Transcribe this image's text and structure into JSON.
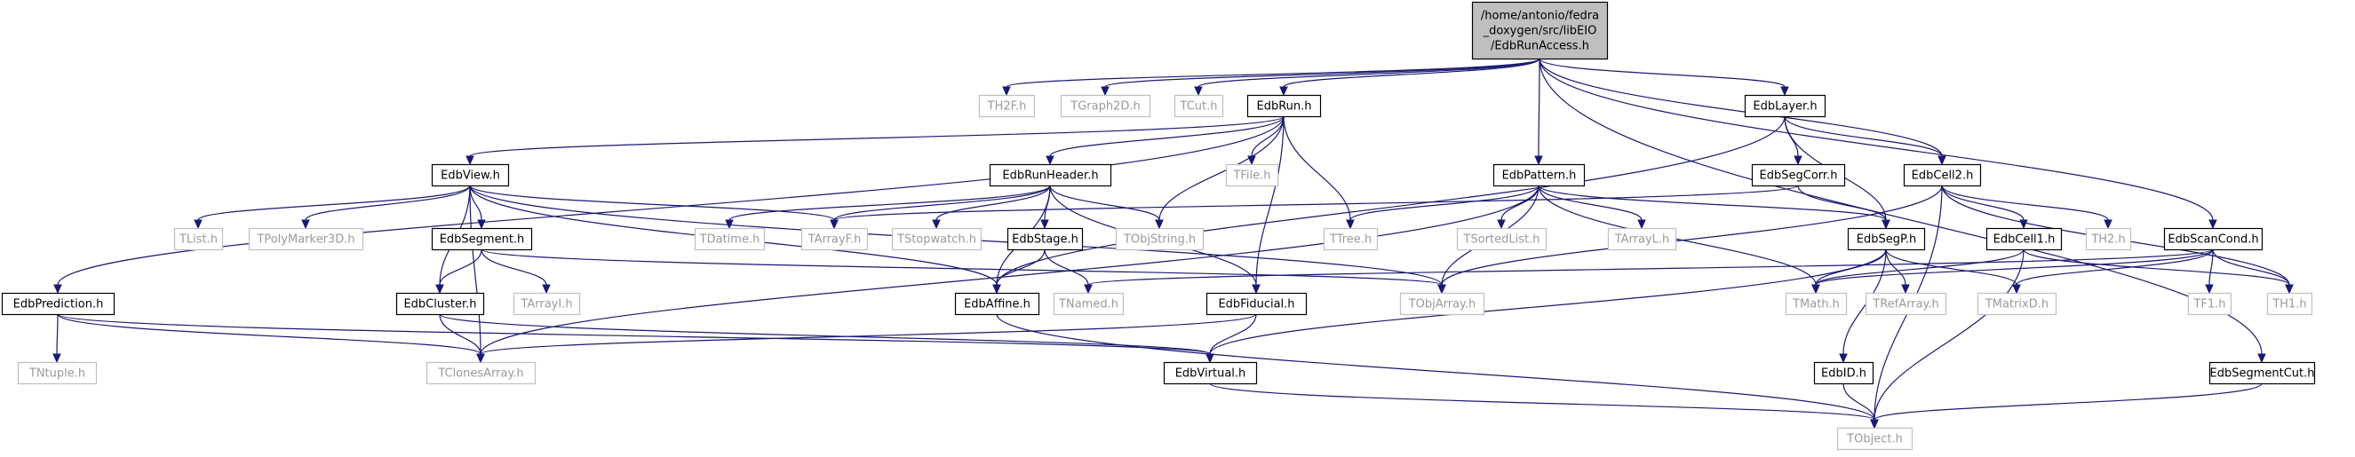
{
  "graph": {
    "root": "root",
    "nodes": [
      {
        "id": "root",
        "lines": [
          "/home/antonio/fedra",
          "_doxygen/src/libEIO",
          "/EdbRunAccess.h"
        ],
        "kind": "root"
      },
      {
        "id": "TH2F",
        "lines": [
          "TH2F.h"
        ],
        "kind": "ext"
      },
      {
        "id": "TGraph2D",
        "lines": [
          "TGraph2D.h"
        ],
        "kind": "ext"
      },
      {
        "id": "TCut",
        "lines": [
          "TCut.h"
        ],
        "kind": "ext"
      },
      {
        "id": "EdbRun",
        "lines": [
          "EdbRun.h"
        ],
        "kind": "doc"
      },
      {
        "id": "EdbLayer",
        "lines": [
          "EdbLayer.h"
        ],
        "kind": "doc"
      },
      {
        "id": "EdbView",
        "lines": [
          "EdbView.h"
        ],
        "kind": "doc"
      },
      {
        "id": "EdbRunHeader",
        "lines": [
          "EdbRunHeader.h"
        ],
        "kind": "doc"
      },
      {
        "id": "TFile",
        "lines": [
          "TFile.h"
        ],
        "kind": "ext"
      },
      {
        "id": "EdbPattern",
        "lines": [
          "EdbPattern.h"
        ],
        "kind": "doc"
      },
      {
        "id": "EdbSegCorr",
        "lines": [
          "EdbSegCorr.h"
        ],
        "kind": "doc"
      },
      {
        "id": "EdbCell2",
        "lines": [
          "EdbCell2.h"
        ],
        "kind": "doc"
      },
      {
        "id": "TList",
        "lines": [
          "TList.h"
        ],
        "kind": "ext"
      },
      {
        "id": "TPolyMarker3D",
        "lines": [
          "TPolyMarker3D.h"
        ],
        "kind": "ext"
      },
      {
        "id": "EdbSegment",
        "lines": [
          "EdbSegment.h"
        ],
        "kind": "doc"
      },
      {
        "id": "TDatime",
        "lines": [
          "TDatime.h"
        ],
        "kind": "ext"
      },
      {
        "id": "TArrayF",
        "lines": [
          "TArrayF.h"
        ],
        "kind": "ext"
      },
      {
        "id": "TStopwatch",
        "lines": [
          "TStopwatch.h"
        ],
        "kind": "ext"
      },
      {
        "id": "EdbStage",
        "lines": [
          "EdbStage.h"
        ],
        "kind": "doc"
      },
      {
        "id": "TObjString",
        "lines": [
          "TObjString.h"
        ],
        "kind": "ext"
      },
      {
        "id": "TTree",
        "lines": [
          "TTree.h"
        ],
        "kind": "ext"
      },
      {
        "id": "TSortedList",
        "lines": [
          "TSortedList.h"
        ],
        "kind": "ext"
      },
      {
        "id": "TArrayL",
        "lines": [
          "TArrayL.h"
        ],
        "kind": "ext"
      },
      {
        "id": "EdbSegP",
        "lines": [
          "EdbSegP.h"
        ],
        "kind": "doc"
      },
      {
        "id": "EdbCell1",
        "lines": [
          "EdbCell1.h"
        ],
        "kind": "doc"
      },
      {
        "id": "TH2",
        "lines": [
          "TH2.h"
        ],
        "kind": "ext"
      },
      {
        "id": "EdbScanCond",
        "lines": [
          "EdbScanCond.h"
        ],
        "kind": "doc"
      },
      {
        "id": "EdbPrediction",
        "lines": [
          "EdbPrediction.h"
        ],
        "kind": "doc"
      },
      {
        "id": "EdbCluster",
        "lines": [
          "EdbCluster.h"
        ],
        "kind": "doc"
      },
      {
        "id": "TArrayI",
        "lines": [
          "TArrayI.h"
        ],
        "kind": "ext"
      },
      {
        "id": "EdbAffine",
        "lines": [
          "EdbAffine.h"
        ],
        "kind": "doc"
      },
      {
        "id": "TNamed",
        "lines": [
          "TNamed.h"
        ],
        "kind": "ext"
      },
      {
        "id": "EdbFiducial",
        "lines": [
          "EdbFiducial.h"
        ],
        "kind": "doc"
      },
      {
        "id": "TObjArray",
        "lines": [
          "TObjArray.h"
        ],
        "kind": "ext"
      },
      {
        "id": "TMath",
        "lines": [
          "TMath.h"
        ],
        "kind": "ext"
      },
      {
        "id": "TRefArray",
        "lines": [
          "TRefArray.h"
        ],
        "kind": "ext"
      },
      {
        "id": "TMatrixD",
        "lines": [
          "TMatrixD.h"
        ],
        "kind": "ext"
      },
      {
        "id": "TF1",
        "lines": [
          "TF1.h"
        ],
        "kind": "ext"
      },
      {
        "id": "TH1",
        "lines": [
          "TH1.h"
        ],
        "kind": "ext"
      },
      {
        "id": "TNtuple",
        "lines": [
          "TNtuple.h"
        ],
        "kind": "ext"
      },
      {
        "id": "TClonesArray",
        "lines": [
          "TClonesArray.h"
        ],
        "kind": "ext"
      },
      {
        "id": "EdbVirtual",
        "lines": [
          "EdbVirtual.h"
        ],
        "kind": "doc"
      },
      {
        "id": "EdbID",
        "lines": [
          "EdbID.h"
        ],
        "kind": "doc"
      },
      {
        "id": "EdbSegmentCut",
        "lines": [
          "EdbSegmentCut.h"
        ],
        "kind": "doc"
      },
      {
        "id": "TObject",
        "lines": [
          "TObject.h"
        ],
        "kind": "ext"
      }
    ],
    "edges": [
      [
        "root",
        "TH2F"
      ],
      [
        "root",
        "TGraph2D"
      ],
      [
        "root",
        "TCut"
      ],
      [
        "root",
        "EdbRun"
      ],
      [
        "root",
        "EdbLayer"
      ],
      [
        "root",
        "EdbPattern"
      ],
      [
        "root",
        "EdbCell2"
      ],
      [
        "root",
        "EdbScanCond"
      ],
      [
        "root",
        "EdbSegmentCut"
      ],
      [
        "EdbRun",
        "EdbView"
      ],
      [
        "EdbRun",
        "EdbRunHeader"
      ],
      [
        "EdbRun",
        "TFile"
      ],
      [
        "EdbRun",
        "TObjString"
      ],
      [
        "EdbRun",
        "TTree"
      ],
      [
        "EdbRun",
        "EdbFiducial"
      ],
      [
        "EdbRun",
        "EdbPrediction"
      ],
      [
        "EdbView",
        "TList"
      ],
      [
        "EdbView",
        "TPolyMarker3D"
      ],
      [
        "EdbView",
        "EdbSegment"
      ],
      [
        "EdbView",
        "EdbCluster"
      ],
      [
        "EdbView",
        "TArrayF"
      ],
      [
        "EdbView",
        "EdbAffine"
      ],
      [
        "EdbView",
        "TObjArray"
      ],
      [
        "EdbView",
        "TClonesArray"
      ],
      [
        "EdbRunHeader",
        "TDatime"
      ],
      [
        "EdbRunHeader",
        "TArrayF"
      ],
      [
        "EdbRunHeader",
        "TStopwatch"
      ],
      [
        "EdbRunHeader",
        "EdbStage"
      ],
      [
        "EdbRunHeader",
        "TObjString"
      ],
      [
        "EdbRunHeader",
        "EdbFiducial"
      ],
      [
        "EdbRunHeader",
        "EdbAffine"
      ],
      [
        "EdbSegment",
        "EdbCluster"
      ],
      [
        "EdbSegment",
        "TArrayI"
      ],
      [
        "EdbSegment",
        "TObjArray"
      ],
      [
        "EdbStage",
        "EdbAffine"
      ],
      [
        "EdbStage",
        "TNamed"
      ],
      [
        "EdbLayer",
        "EdbSegCorr"
      ],
      [
        "EdbLayer",
        "EdbSegP"
      ],
      [
        "EdbLayer",
        "EdbCell2"
      ],
      [
        "EdbLayer",
        "EdbAffine"
      ],
      [
        "EdbSegCorr",
        "TArrayF"
      ],
      [
        "EdbSegCorr",
        "EdbSegP"
      ],
      [
        "EdbPattern",
        "TTree"
      ],
      [
        "EdbPattern",
        "TSortedList"
      ],
      [
        "EdbPattern",
        "TArrayL"
      ],
      [
        "EdbPattern",
        "EdbSegP"
      ],
      [
        "EdbPattern",
        "TObjArray"
      ],
      [
        "EdbPattern",
        "TMath"
      ],
      [
        "EdbPattern",
        "TClonesArray"
      ],
      [
        "EdbCell2",
        "TObjArray"
      ],
      [
        "EdbCell2",
        "TH2"
      ],
      [
        "EdbCell2",
        "TH1"
      ],
      [
        "EdbCell2",
        "EdbCell1"
      ],
      [
        "EdbCell2",
        "TObject"
      ],
      [
        "EdbCell1",
        "TMath"
      ],
      [
        "EdbCell1",
        "TH1"
      ],
      [
        "EdbCell1",
        "TObject"
      ],
      [
        "EdbSegP",
        "TMath"
      ],
      [
        "EdbSegP",
        "TRefArray"
      ],
      [
        "EdbSegP",
        "TMatrixD"
      ],
      [
        "EdbSegP",
        "EdbID"
      ],
      [
        "EdbSegP",
        "EdbVirtual"
      ],
      [
        "EdbScanCond",
        "TF1"
      ],
      [
        "EdbScanCond",
        "TMath"
      ],
      [
        "EdbScanCond",
        "TMatrixD"
      ],
      [
        "EdbScanCond",
        "TNamed"
      ],
      [
        "EdbScanCond",
        "TH1"
      ],
      [
        "EdbPrediction",
        "TNtuple"
      ],
      [
        "EdbPrediction",
        "TClonesArray"
      ],
      [
        "EdbPrediction",
        "EdbVirtual"
      ],
      [
        "EdbCluster",
        "TClonesArray"
      ],
      [
        "EdbCluster",
        "EdbVirtual"
      ],
      [
        "EdbFiducial",
        "TClonesArray"
      ],
      [
        "EdbFiducial",
        "EdbVirtual"
      ],
      [
        "EdbAffine",
        "TObject"
      ],
      [
        "EdbVirtual",
        "TObject"
      ],
      [
        "EdbID",
        "TObject"
      ],
      [
        "EdbSegmentCut",
        "TObject"
      ]
    ]
  }
}
